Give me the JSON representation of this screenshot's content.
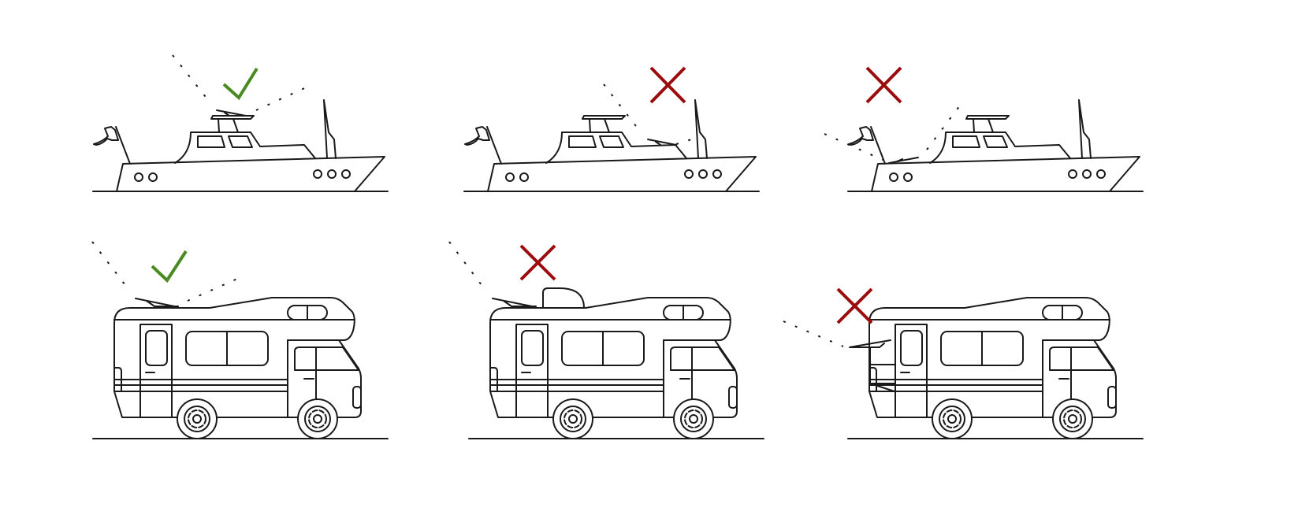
{
  "colors": {
    "line": "#1a1a1a",
    "correct": "#4a8a22",
    "incorrect": "#9b0d0d",
    "background": "#ffffff"
  },
  "panels": [
    {
      "vehicle": "boat",
      "mount": "flybridge-roof",
      "mark": "check-icon"
    },
    {
      "vehicle": "boat",
      "mount": "aft-deck",
      "mark": "cross-icon"
    },
    {
      "vehicle": "boat",
      "mount": "bow",
      "mark": "cross-icon"
    },
    {
      "vehicle": "rv",
      "mount": "roof",
      "mark": "check-icon"
    },
    {
      "vehicle": "rv",
      "mount": "roof-behind-obstruction",
      "mark": "cross-icon"
    },
    {
      "vehicle": "rv",
      "mount": "rear-pole",
      "mark": "cross-icon"
    }
  ]
}
